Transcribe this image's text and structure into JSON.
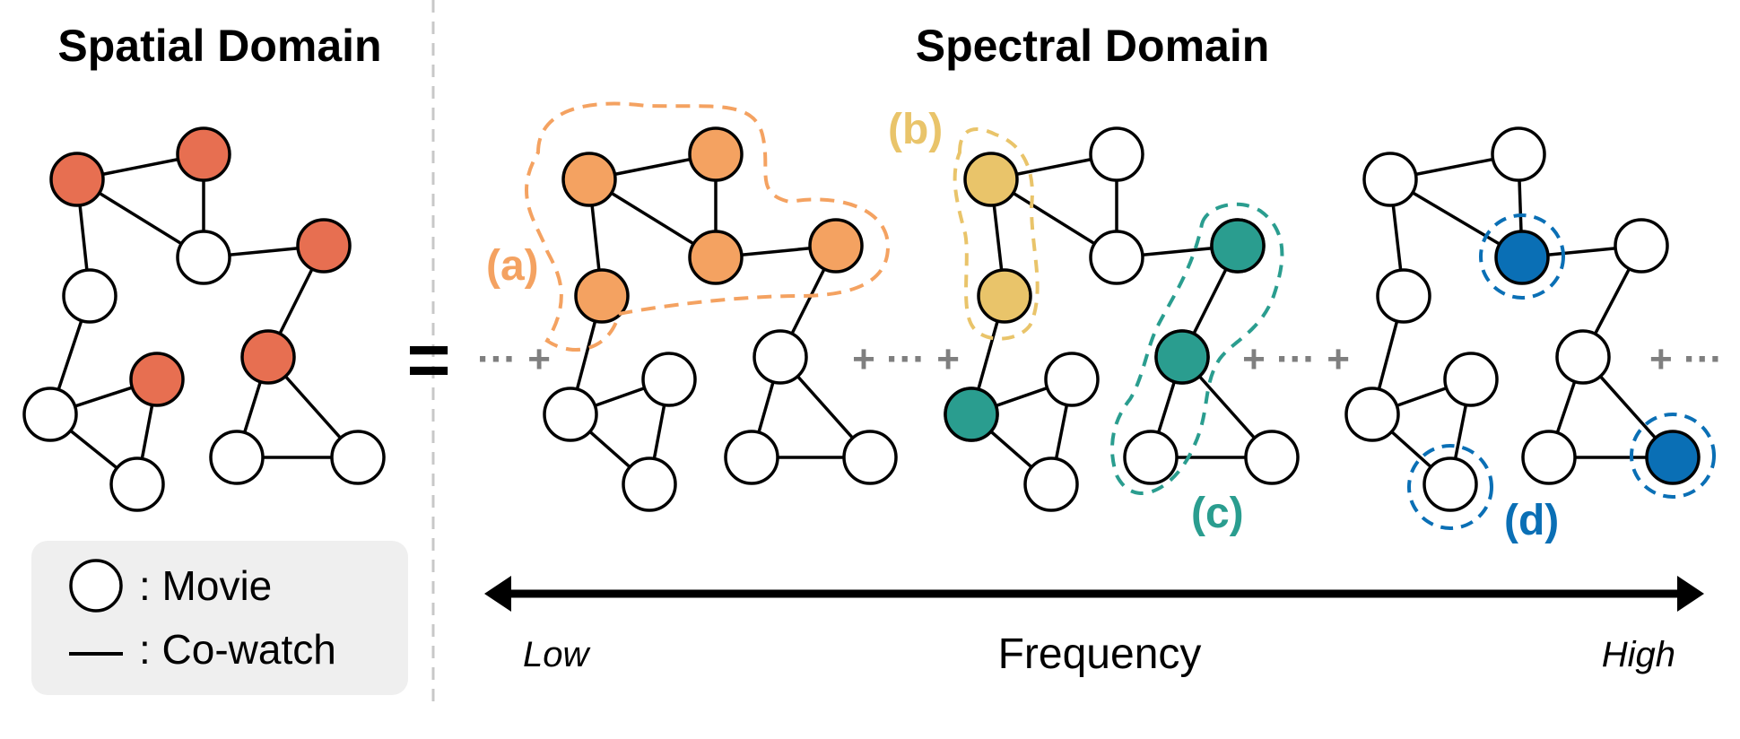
{
  "titles": {
    "spatial": "Spatial Domain",
    "spectral": "Spectral Domain"
  },
  "legend": {
    "movie": ": Movie",
    "cowatch": ": Co-watch"
  },
  "axis": {
    "label": "Frequency",
    "low": "Low",
    "high": "High"
  },
  "equals": "=",
  "operators": [
    "··· +",
    "+ ··· +",
    "+ ··· +",
    "+ ···"
  ],
  "tags": {
    "a": "(a)",
    "b": "(b)",
    "c": "(c)",
    "d": "(d)"
  },
  "colors": {
    "spatial_highlight": "#e76f51",
    "component_a": "#f4a261",
    "component_b": "#e9c46a",
    "component_c": "#2a9d8f",
    "component_d": "#0a6fb5",
    "plain_node": "#ffffff",
    "divider": "#c8c8c8",
    "legend_bg": "#efefef"
  },
  "graphs": [
    {
      "name": "spatial-graph",
      "highlight": [
        0,
        1,
        3,
        5,
        6
      ],
      "color": "spatial_highlight"
    },
    {
      "name": "component-a-graph",
      "highlight": [
        0,
        1,
        2,
        3,
        4
      ],
      "color": "component_a"
    },
    {
      "name": "component-b-graph",
      "highlight": [
        0,
        4
      ],
      "color": "component_b"
    },
    {
      "name": "component-c-graph",
      "highlight": [
        3,
        5,
        7
      ],
      "color": "component_c"
    },
    {
      "name": "component-d-graph",
      "highlight": [
        2,
        10,
        11
      ],
      "color": "component_d"
    }
  ]
}
